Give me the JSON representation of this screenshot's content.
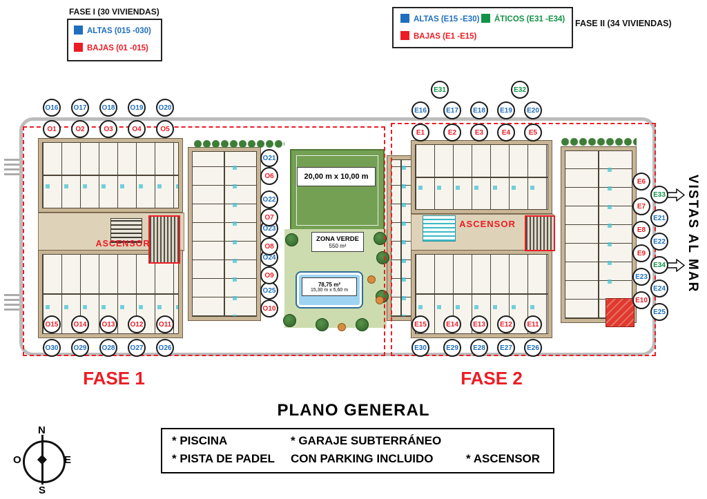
{
  "colors": {
    "altas": "#1e6fbe",
    "bajas": "#ec1c24",
    "aticos": "#129347"
  },
  "legend_fase1": {
    "title": "FASE I (30 VIVIENDAS)",
    "altas_label": "ALTAS (015 -030)",
    "bajas_label": "BAJAS (01 -015)"
  },
  "legend_fase2": {
    "title": "FASE II (34 VIVIENDAS)",
    "altas_label": "ALTAS (E15 -E30)",
    "aticos_label": "ÁTICOS (E31 -E34)",
    "bajas_label": "BAJAS (E1 -E15)"
  },
  "fase1": {
    "label": "FASE 1",
    "ascensor": "ASCENSOR",
    "top_blue": [
      "O16",
      "O17",
      "O18",
      "O19",
      "O20"
    ],
    "top_red": [
      "O1",
      "O2",
      "O3",
      "O4",
      "O5"
    ],
    "mid_blue": [
      "O21",
      "O22",
      "O23",
      "O24",
      "O25"
    ],
    "mid_red": [
      "O6",
      "O7",
      "O8",
      "O9",
      "O10"
    ],
    "bottom_red": [
      "O15",
      "O14",
      "O13",
      "O12",
      "O11"
    ],
    "bottom_blue": [
      "O30",
      "O29",
      "O28",
      "O27",
      "O26"
    ]
  },
  "fase2": {
    "label": "FASE 2",
    "ascensor": "ASCENSOR",
    "top_green": [
      "E31",
      "E32"
    ],
    "top_blue": [
      "E16",
      "E17",
      "E18",
      "E19",
      "E20"
    ],
    "top_red": [
      "E1",
      "E2",
      "E3",
      "E4",
      "E5"
    ],
    "right_col": [
      {
        "label": "E6",
        "tier": "bajas"
      },
      {
        "label": "E33",
        "tier": "aticos"
      },
      {
        "label": "E7",
        "tier": "bajas"
      },
      {
        "label": "E21",
        "tier": "altas"
      },
      {
        "label": "E8",
        "tier": "bajas"
      },
      {
        "label": "E22",
        "tier": "altas"
      },
      {
        "label": "E9",
        "tier": "bajas"
      },
      {
        "label": "E34",
        "tier": "aticos"
      },
      {
        "label": "E23",
        "tier": "altas"
      },
      {
        "label": "E24",
        "tier": "altas"
      },
      {
        "label": "E10",
        "tier": "bajas"
      },
      {
        "label": "E25",
        "tier": "altas"
      }
    ],
    "bottom_red": [
      "E15",
      "E14",
      "E13",
      "E12",
      "E11"
    ],
    "bottom_blue": [
      "E30",
      "E29",
      "E28",
      "E27",
      "E26"
    ]
  },
  "center": {
    "padel_dims": "20,00 m x 10,00 m",
    "zona_verde_title": "ZONA VERDE",
    "zona_verde_area": "550 m²",
    "pool_area": "78,75 m²",
    "pool_dims": "15,30 m x 5,60 m"
  },
  "vistas_al_mar": "VISTAS AL MAR",
  "title": "PLANO GENERAL",
  "amenities": {
    "piscina": "* PISCINA",
    "pista": "* PISTA DE PADEL",
    "garaje": "* GARAJE SUBTERRÁNEO",
    "parking": "CON PARKING INCLUIDO",
    "ascensor": "* ASCENSOR"
  },
  "compass": {
    "n": "N",
    "s": "S",
    "e": "E",
    "o": "O"
  },
  "icons": {
    "vista_arrow": "right-block-arrow",
    "compass_needle": "vertical-needle",
    "tree": "round-tree"
  }
}
